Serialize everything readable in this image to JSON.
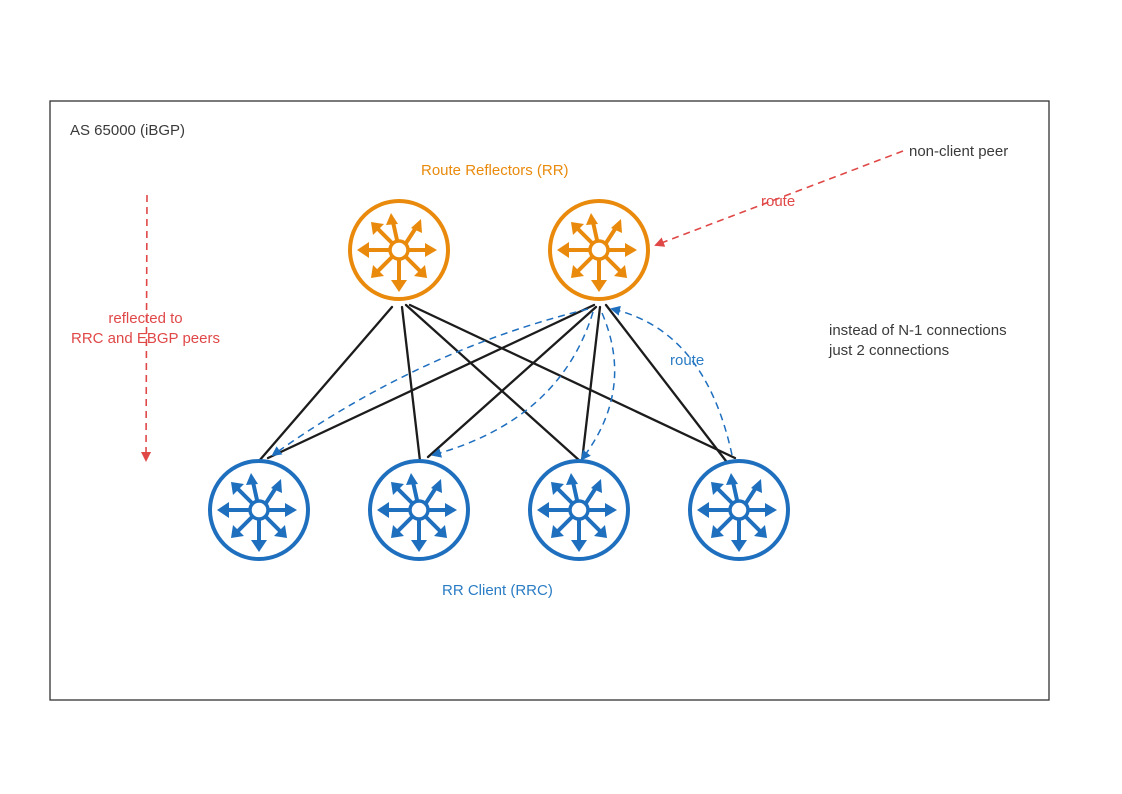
{
  "diagram": {
    "as_label": "AS 65000 (iBGP)",
    "rr_group_label": "Route Reflectors (RR)",
    "rrc_group_label": "RR Client (RRC)",
    "non_client_label": "non-client peer",
    "route_label_red": "route",
    "route_label_blue": "route",
    "reflected_line1": "reflected to",
    "reflected_line2": "RRC and EBGP peers",
    "note_line1": "instead of N-1 connections",
    "note_line2": "just 2 connections",
    "colors": {
      "route_reflector": "#e98a0c",
      "client": "#1f6fbf",
      "ebgp": "#e04848",
      "session": "#1c1c1c",
      "border": "#333333"
    },
    "icons": {
      "router": "router-icon"
    }
  }
}
